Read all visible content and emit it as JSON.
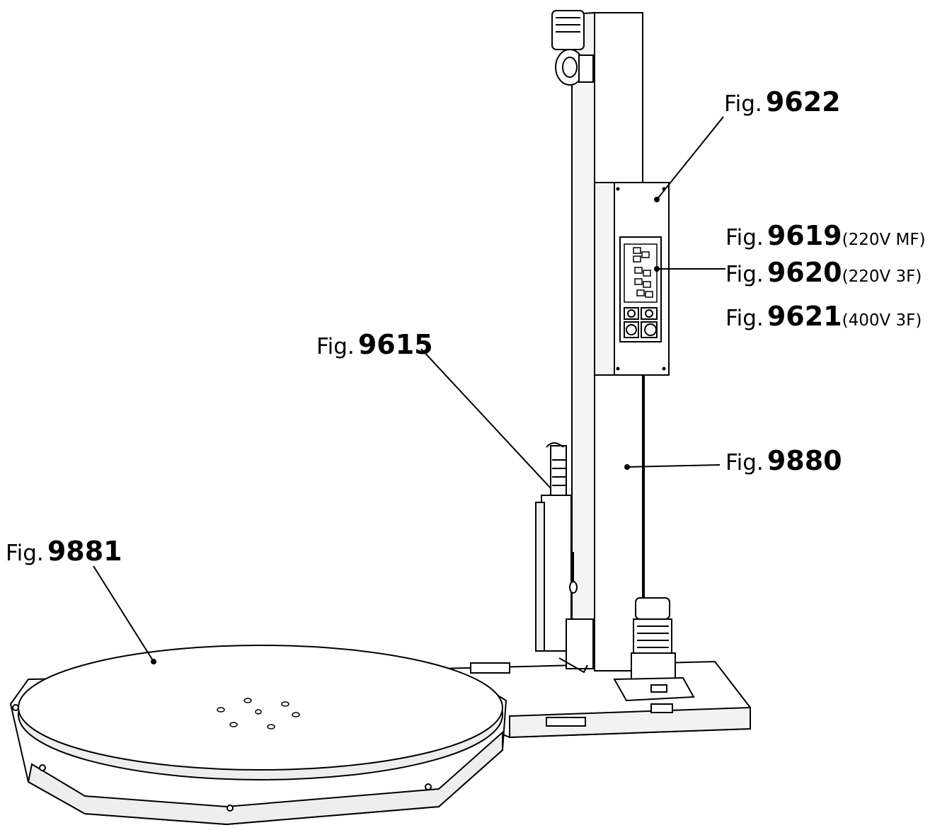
{
  "callouts": [
    {
      "id": "fig-9622",
      "prefix": "Fig.",
      "number": "9622",
      "suffix": ""
    },
    {
      "id": "fig-9619",
      "prefix": "Fig.",
      "number": "9619",
      "suffix": "(220V MF)"
    },
    {
      "id": "fig-9620",
      "prefix": "Fig.",
      "number": "9620",
      "suffix": "(220V 3F)"
    },
    {
      "id": "fig-9621",
      "prefix": "Fig.",
      "number": "9621",
      "suffix": "(400V 3F)"
    },
    {
      "id": "fig-9615",
      "prefix": "Fig.",
      "number": "9615",
      "suffix": ""
    },
    {
      "id": "fig-9880",
      "prefix": "Fig.",
      "number": "9880",
      "suffix": ""
    },
    {
      "id": "fig-9881",
      "prefix": "Fig.",
      "number": "9881",
      "suffix": ""
    }
  ],
  "colors": {
    "ink": "#000000",
    "paper": "#ffffff",
    "shade": "#d9d9d9"
  }
}
